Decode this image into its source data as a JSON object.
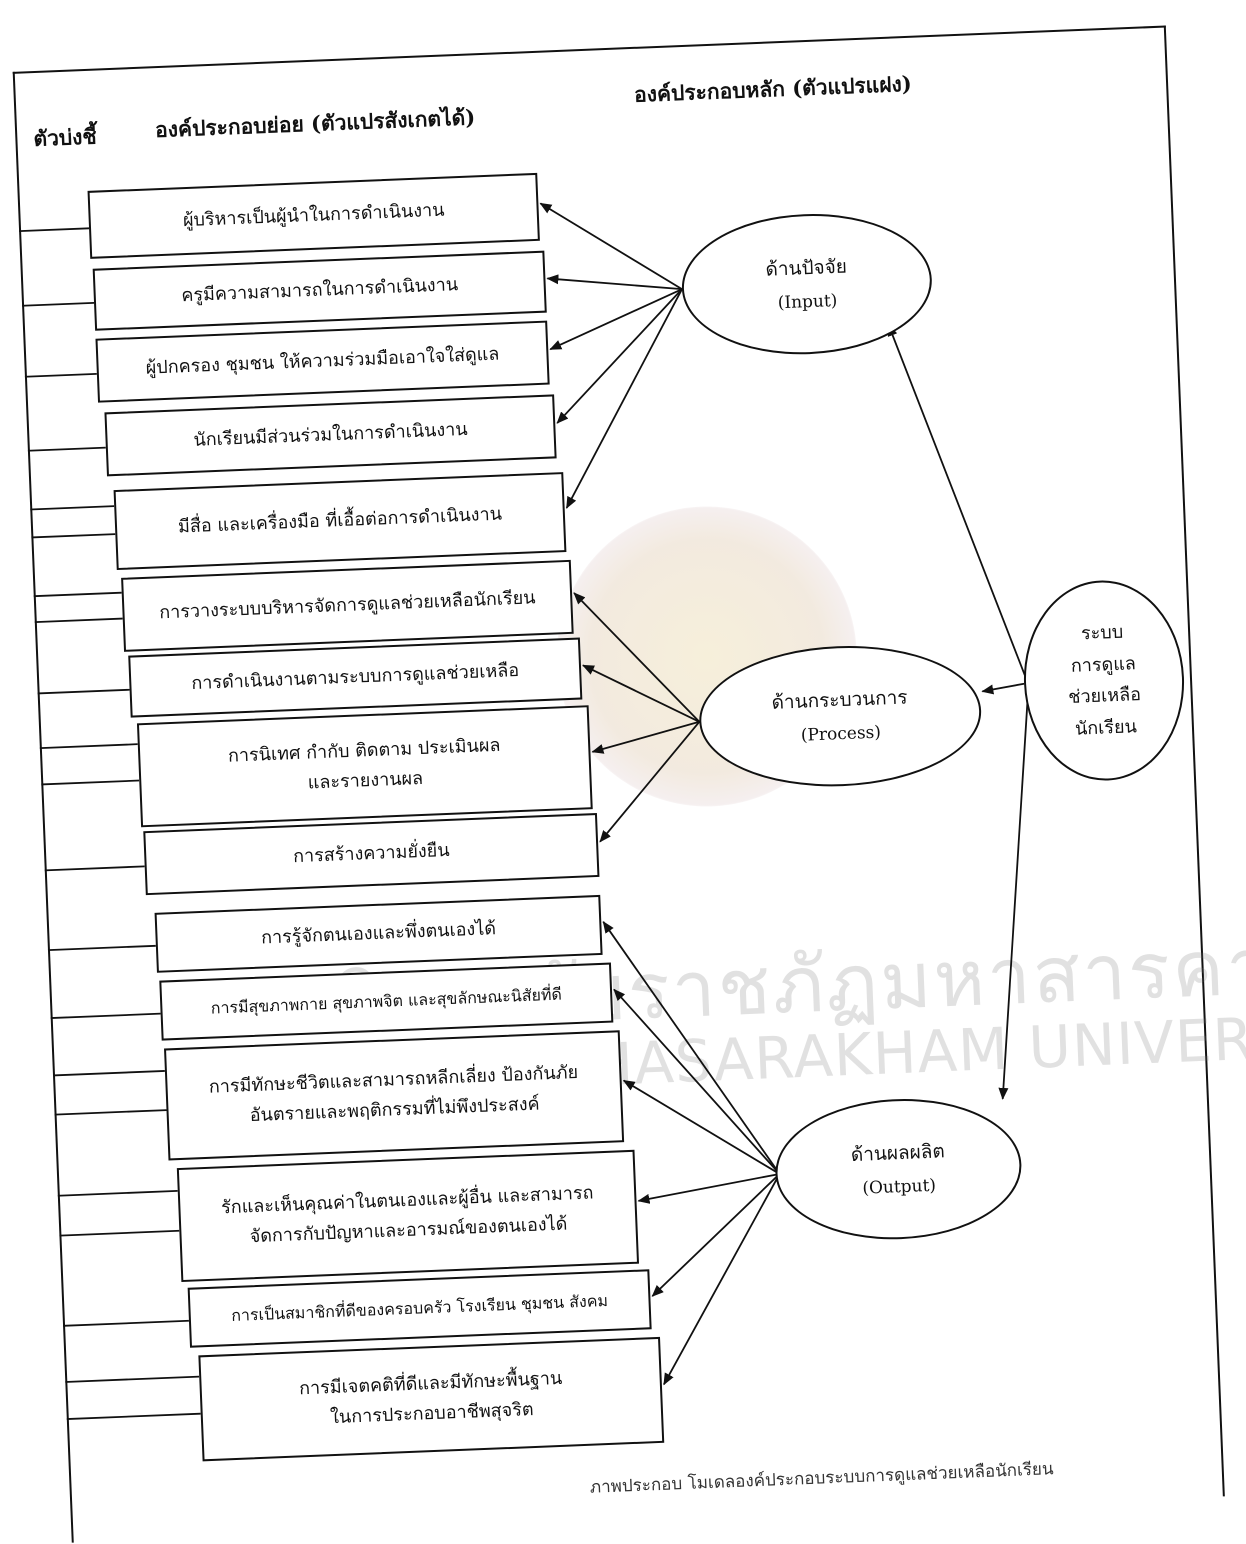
{
  "header": {
    "indicator": "ตัวบ่งชี้",
    "observed": "องค์ประกอบย่อย (ตัวแปรสังเกตได้)",
    "latent": "องค์ประกอบหลัก (ตัวแปรแฝง)"
  },
  "observed_items": [
    {
      "lines": [
        "ผู้บริหารเป็นผู้นำในการดำเนินงาน"
      ]
    },
    {
      "lines": [
        "ครูมีความสามารถในการดำเนินงาน"
      ]
    },
    {
      "lines": [
        "ผู้ปกครอง  ชุมชน ให้ความร่วมมือเอาใจใส่ดูแล"
      ]
    },
    {
      "lines": [
        "นักเรียนมีส่วนร่วมในการดำเนินงาน"
      ]
    },
    {
      "lines": [
        "มีสื่อ และเครื่องมือ ที่เอื้อต่อการดำเนินงาน"
      ]
    },
    {
      "lines": [
        "การวางระบบบริหารจัดการดูแลช่วยเหลือนักเรียน"
      ]
    },
    {
      "lines": [
        "การดำเนินงานตามระบบการดูแลช่วยเหลือ"
      ]
    },
    {
      "lines": [
        "การนิเทศ กำกับ ติดตาม ประเมินผล",
        "และรายงานผล"
      ]
    },
    {
      "lines": [
        "การสร้างความยั่งยืน"
      ]
    },
    {
      "lines": [
        "การรู้จักตนเองและพึ่งตนเองได้"
      ]
    },
    {
      "lines": [
        "การมีสุขภาพกาย  สุขภาพจิต  และสุขลักษณะนิสัยที่ดี"
      ]
    },
    {
      "lines": [
        "การมีทักษะชีวิตและสามารถหลีกเลี่ยง ป้องกันภัย",
        "อันตรายและพฤติกรรมที่ไม่พึงประสงค์"
      ]
    },
    {
      "lines": [
        "รักและเห็นคุณค่าในตนเองและผู้อื่น และสามารถ",
        "จัดการกับปัญหาและอารมณ์ของตนเองได้"
      ]
    },
    {
      "lines": [
        "การเป็นสมาชิกที่ดีของครอบครัว โรงเรียน  ชุมชน สังคม"
      ]
    },
    {
      "lines": [
        "การมีเจตคติที่ดีและมีทักษะพื้นฐาน",
        "ในการประกอบอาชีพสุจริต"
      ]
    }
  ],
  "latent": [
    {
      "title": "ด้านปัจจัย",
      "sub": "(Input)"
    },
    {
      "title": "ด้านกระบวนการ",
      "sub": "(Process)"
    },
    {
      "title": "ด้านผลผลิต",
      "sub": "(Output)"
    }
  ],
  "root": {
    "lines": [
      "ระบบ",
      "การดูแล",
      "ช่วยเหลือ",
      "นักเรียน"
    ]
  },
  "watermark": {
    "line1": "มหาวิทยาลัยราชภัฏมหาสารคาม",
    "line2": "RAJABHAT MAHASARAKHAM UNIVERSITY"
  },
  "caption": "ภาพประกอบ  โมเดลองค์ประกอบระบบการดูแลช่วยเหลือนักเรียน"
}
